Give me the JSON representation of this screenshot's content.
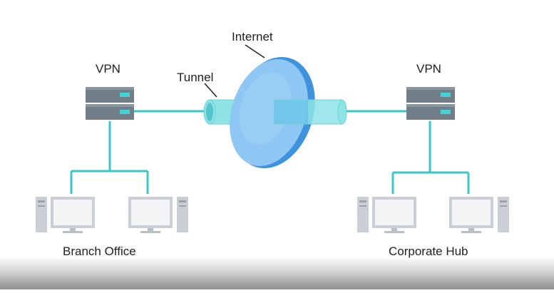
{
  "labels": {
    "internet": "Internet",
    "tunnel": "Tunnel",
    "vpn_left": "VPN",
    "vpn_right": "VPN",
    "branch_office": "Branch Office",
    "corporate_hub": "Corporate Hub"
  },
  "icons": {
    "server": "server-icon",
    "monitor": "monitor-icon",
    "tower": "pc-tower-icon",
    "globe": "internet-disc-icon",
    "tunnel": "tunnel-pipe-icon"
  },
  "colors": {
    "link_line": "#3cc6c7",
    "tunnel_fill": "#8ee3e6",
    "tunnel_inner": "#52c6cc",
    "disc_fill": "#8ec7f3",
    "disc_rim": "#3e93dc",
    "server_body": "#727f88",
    "server_accent": "#45d1d6",
    "device_gray": "#c9cfd4"
  }
}
